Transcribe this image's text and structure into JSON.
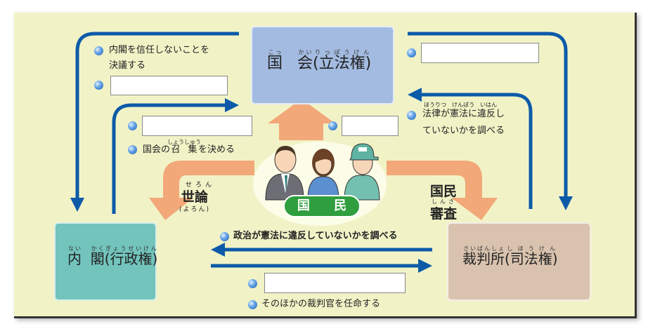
{
  "colors": {
    "panel": "#f1f3c7",
    "legislature": "#a3bbe0",
    "cabinet": "#72c4bc",
    "court": "#d9c3ae",
    "arrow_blue": "#0d5ba8",
    "arrow_orange": "#f2a878",
    "people_badge": "#2f9e3e"
  },
  "legislature": {
    "title_1": "国",
    "title_1_ruby": "こっ",
    "title_2": "会",
    "title_2_ruby": "かい",
    "paren": "(立法権)",
    "paren_ruby": "りっぽうけん"
  },
  "cabinet": {
    "title_1": "内",
    "title_1_ruby": "ない",
    "title_2": "閣",
    "title_2_ruby": "かく",
    "paren": "(行政権)",
    "paren_ruby": "ぎょうせいけん"
  },
  "court": {
    "title": "裁判所",
    "title_ruby": "さいばんしょ",
    "paren": "(司法権)",
    "paren_ruby": "しほうけん"
  },
  "people": {
    "label": "国 民"
  },
  "labels": {
    "no_confidence_1": "内閣を信任しないことを",
    "no_confidence_2": "決議する",
    "convene_pre": "国会の",
    "convene_ruby_word": "召集",
    "convene_ruby": "しょうしゅう",
    "convene_post": "を決める",
    "law_check_1": "法律が憲法に違反し",
    "law_check_ruby": "ほうりつ　けんぽう　いはん",
    "law_check_2": "ていないかを調べる",
    "public_opinion": "世論",
    "public_opinion_ruby": "せろん",
    "public_opinion_alt": "(よろん)",
    "review_1": "国民",
    "review_2": "審査",
    "review_ruby": "しんさ",
    "politics_check": "政治が憲法に違反していないかを調べる",
    "appoint_judges": "そのほかの裁判官を任命する"
  },
  "blanks": {
    "b1": "",
    "b2": "",
    "b3": "",
    "b4": "",
    "b5": ""
  }
}
